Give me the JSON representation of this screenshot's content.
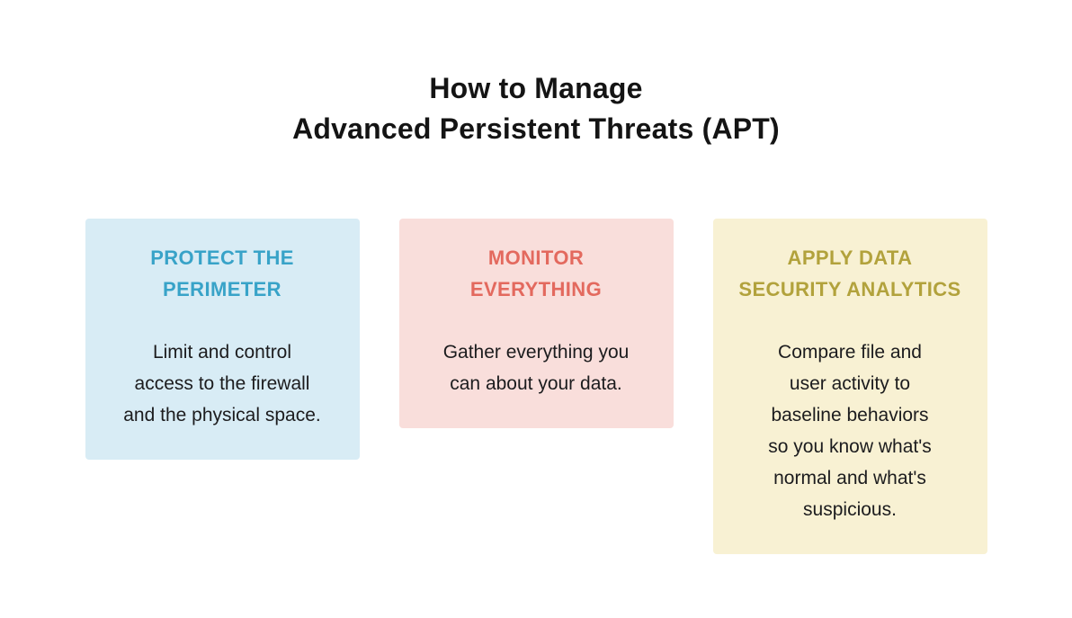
{
  "page": {
    "background": "#ffffff"
  },
  "title": {
    "line1": "How to Manage",
    "line2": "Advanced Persistent Threats (APT)",
    "color": "#141414"
  },
  "text_colors": {
    "body": "#1c1c1e"
  },
  "cards": [
    {
      "heading_lines": [
        "PROTECT THE",
        "PERIMETER"
      ],
      "heading_color": "#38a3c8",
      "bg_color": "#d8ecf5",
      "body_lines": [
        "Limit and control",
        "access to the firewall",
        "and the physical space."
      ]
    },
    {
      "heading_lines": [
        "MONITOR",
        "EVERYTHING"
      ],
      "heading_color": "#e3695e",
      "bg_color": "#f9dedb",
      "body_lines": [
        "Gather everything you",
        "can about your data."
      ]
    },
    {
      "heading_lines": [
        "APPLY DATA",
        "SECURITY ANALYTICS"
      ],
      "heading_color": "#b2a23c",
      "bg_color": "#f8f1d3",
      "body_lines": [
        "Compare file and",
        "user activity to",
        "baseline behaviors",
        "so you know what's",
        "normal and what's",
        "suspicious."
      ]
    }
  ]
}
